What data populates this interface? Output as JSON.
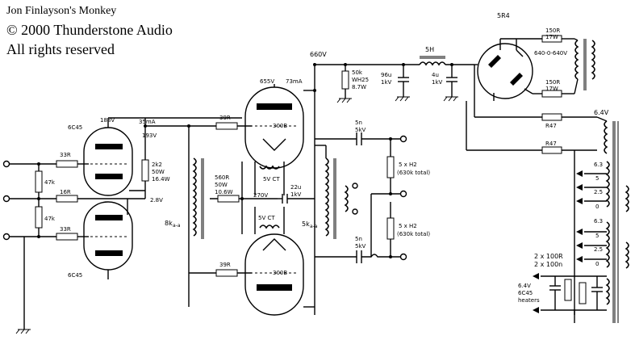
{
  "header": {
    "author_line": "Jon Finlayson's Monkey",
    "copyright_line": "© 2000 Thunderstone Audio",
    "rights_line": "All rights reserved"
  },
  "labels": {
    "b_plus": "660V",
    "r_50k": "50k",
    "r_50k_type": "WH25",
    "r_50k_power": "8.7W",
    "c96": "96u",
    "c96_v": "1kV",
    "choke": "5H",
    "c4": "4u",
    "c4_v": "1kV",
    "rect_tube": "5R4",
    "r150_top": "150R",
    "r150_top_w": "17W",
    "r150_bot": "150R",
    "r150_bot_w": "17W",
    "pt_secondary": "640-0-640V",
    "v655": "655V",
    "ma73": "73mA",
    "v188": "188V",
    "ma35": "35mA",
    "v193": "193V",
    "tube_6c45_top": "6C45",
    "tube_6c45_bot": "6C45",
    "r33_top": "33R",
    "r16": "16R",
    "r33_bot": "33R",
    "r47k_top": "47k",
    "r47k_bot": "47k",
    "r2k2": "2k2",
    "r2k2_w": "50W",
    "r2k2_p": "16.4W",
    "v2_8": "2.8V",
    "r39_top": "39R",
    "r39_bot": "39R",
    "tube_300b_top": "300B",
    "tube_300b_bot": "300B",
    "r560": "560R",
    "r560_w": "50W",
    "r560_p": "10.6W",
    "v270": "270V",
    "c22": "22u",
    "c22_v": "1kV",
    "fil_top": "5V CT",
    "fil_bot": "5V CT",
    "choke_8k": "8k",
    "choke_8k_sub": "a-a",
    "xfmr_5k": "5k",
    "xfmr_5k_sub": "a-a",
    "c5n_top": "5n",
    "c5n_top_v": "5kV",
    "c5n_bot": "5n",
    "c5n_bot_v": "5kV",
    "h2_top": "5 x H2",
    "h2_top_note": "(630k total)",
    "h2_bot": "5 x H2",
    "h2_bot_note": "(630k total)",
    "v6_4": "6.4V",
    "r47_top": "R47",
    "r47_bot": "R47",
    "tap_6_3_a": "6.3",
    "tap_5_a": "5",
    "tap_2_5_a": "2.5",
    "tap_0_a": "0",
    "tap_6_3_b": "6.3",
    "tap_5_b": "5",
    "tap_2_5_b": "2.5",
    "tap_0_b": "0",
    "hum_r_1": "2 x 100R",
    "hum_r_2": "2 x 100n",
    "heater_v": "6.4V",
    "heater_tube": "6C45",
    "heater_word": "heaters"
  }
}
